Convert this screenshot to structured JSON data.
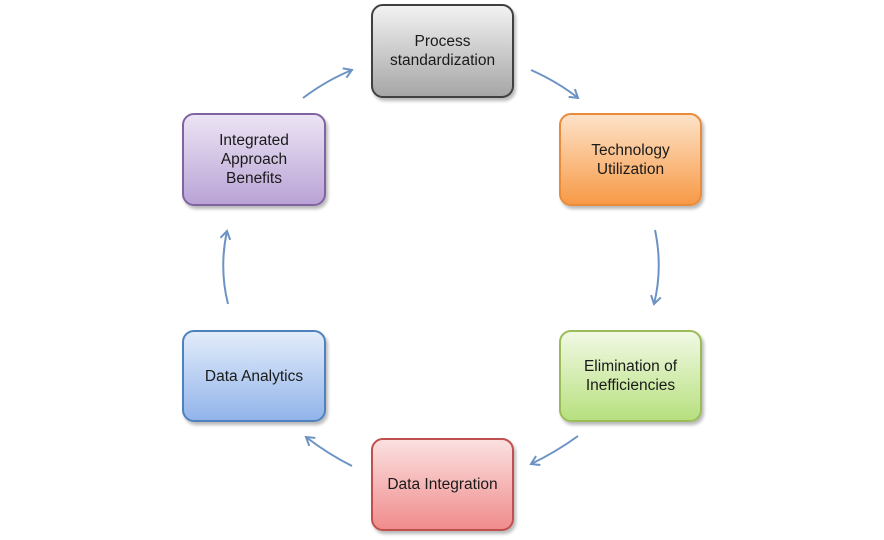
{
  "cycle": {
    "nodes": [
      {
        "id": "process-standardization",
        "label": "Process\nstandardization",
        "fill_top": "#f2f2f2",
        "fill_bottom": "#a6a6a6",
        "border": "#404040"
      },
      {
        "id": "technology-utilization",
        "label": "Technology\nUtilization",
        "fill_top": "#fde2c8",
        "fill_bottom": "#f79a46",
        "border": "#e98b3a"
      },
      {
        "id": "elimination-of-inefficiencies",
        "label": "Elimination of\nInefficiencies",
        "fill_top": "#f1f9e4",
        "fill_bottom": "#b7e07f",
        "border": "#9bbb59"
      },
      {
        "id": "data-integration",
        "label": "Data Integration",
        "fill_top": "#fbe0e0",
        "fill_bottom": "#f08c8c",
        "border": "#c0504d"
      },
      {
        "id": "data-analytics",
        "label": "Data Analytics",
        "fill_top": "#e2ecfa",
        "fill_bottom": "#92b4ea",
        "border": "#4f81bd"
      },
      {
        "id": "integrated-approach-benefits",
        "label": "Integrated\nApproach\nBenefits",
        "fill_top": "#ece4f4",
        "fill_bottom": "#b9a3d6",
        "border": "#8064a2"
      }
    ],
    "arrow_color": "#6d93c4"
  }
}
